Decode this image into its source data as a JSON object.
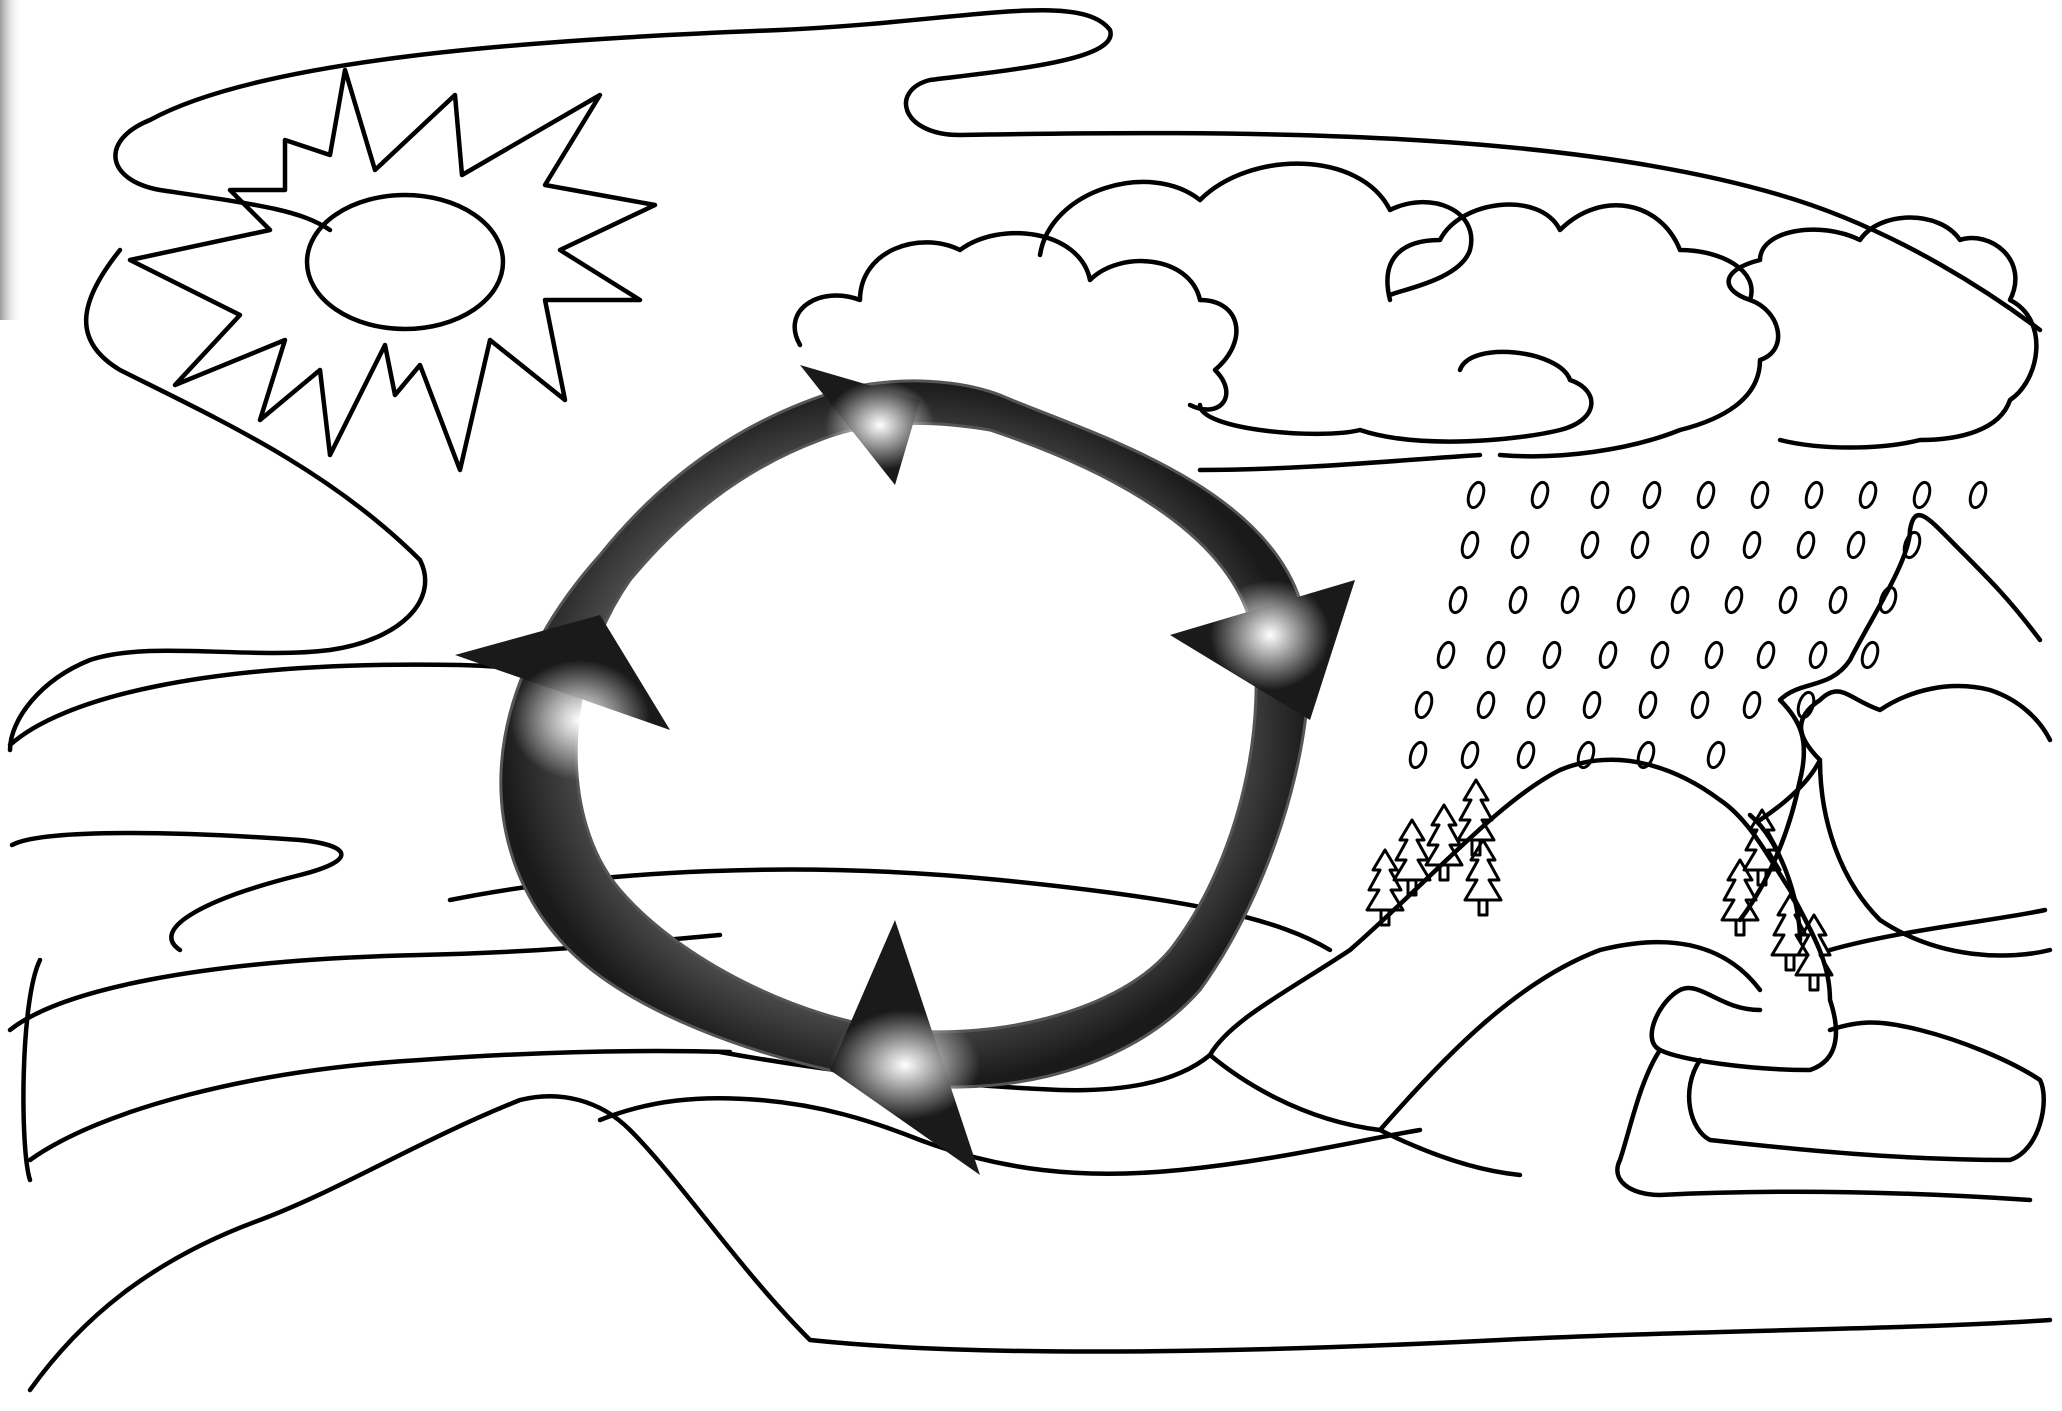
{
  "diagram": {
    "type": "water-cycle-coloring-page",
    "labels": [],
    "elements": [
      "sun",
      "clouds",
      "rain",
      "mountains",
      "trees",
      "lake",
      "hills",
      "cycle-arrows"
    ],
    "colors": {
      "ink": "#000000",
      "paper": "#ffffff",
      "arrow_dark": "#1a1a1a",
      "arrow_light": "#e6e6e6",
      "edge_shadow": "#c8c8c8"
    },
    "cycle_arrow_count": 4
  }
}
